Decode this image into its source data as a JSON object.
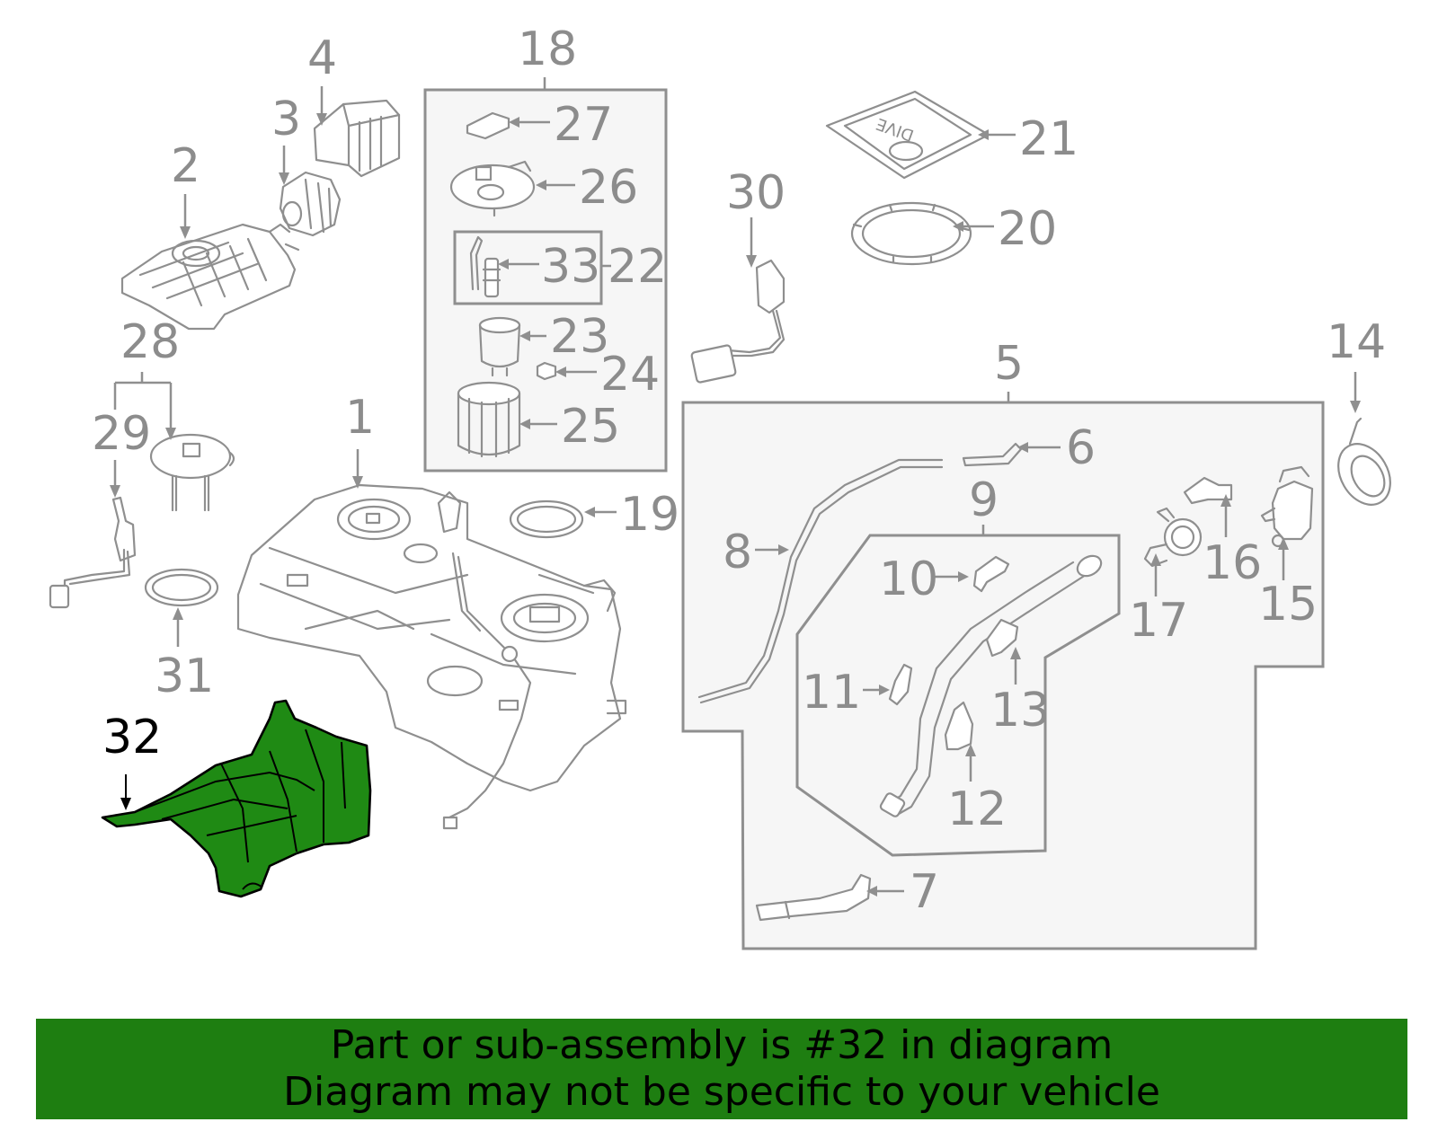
{
  "callouts": {
    "c1": "1",
    "c2": "2",
    "c3": "3",
    "c4": "4",
    "c5": "5",
    "c6": "6",
    "c7": "7",
    "c8": "8",
    "c9": "9",
    "c10": "10",
    "c11": "11",
    "c12": "12",
    "c13": "13",
    "c14": "14",
    "c15": "15",
    "c16": "16",
    "c17": "17",
    "c18": "18",
    "c19": "19",
    "c20": "20",
    "c21": "21",
    "c22": "22",
    "c23": "23",
    "c24": "24",
    "c25": "25",
    "c26": "26",
    "c27": "27",
    "c28": "28",
    "c29": "29",
    "c30": "30",
    "c31": "31",
    "c32": "32",
    "c33": "33"
  },
  "cover_text": "DIVE",
  "highlight": {
    "part_number": "32",
    "color": "#1f8a14",
    "banner_color": "#1e7e11"
  },
  "footer": {
    "line1": "Part or sub-assembly is #32 in diagram",
    "line2": "Diagram may not be specific to your vehicle"
  }
}
